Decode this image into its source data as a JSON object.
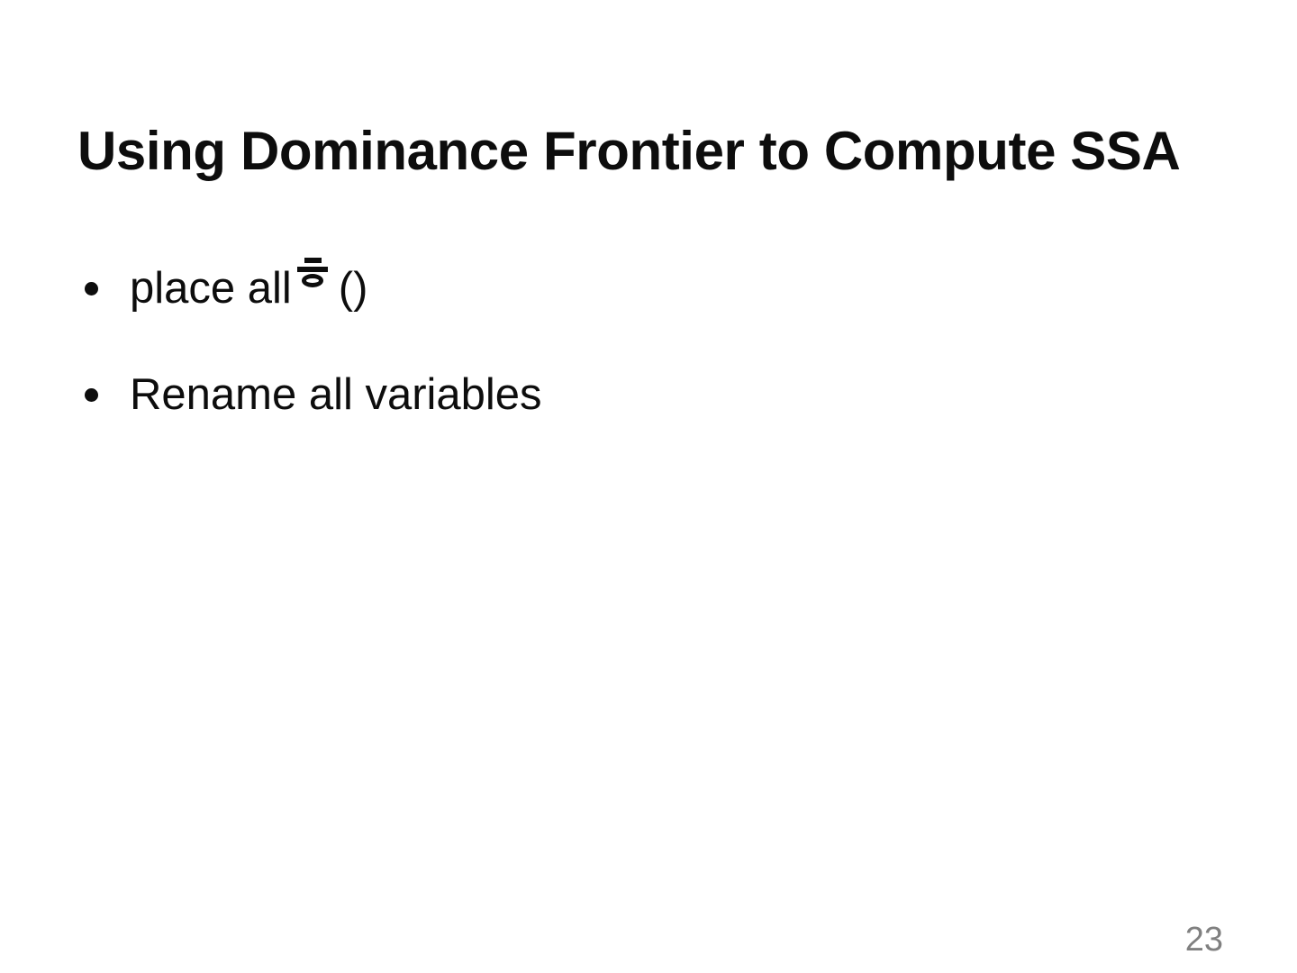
{
  "slide": {
    "title": "Using Dominance Frontier to Compute SSA",
    "background_color": "#ffffff",
    "text_color": "#0d0d0d",
    "page_number": "23",
    "page_number_color": "#808080",
    "bullets": [
      {
        "marker": "bullet-dot",
        "text_before": "place all",
        "glyph": "phi-fallback-glyph",
        "text_after": "()",
        "full_text": "place all ᅙ ()"
      },
      {
        "marker": "bullet-dot",
        "text_before": "Rename all variables",
        "glyph": null,
        "text_after": "",
        "full_text": "Rename all variables"
      }
    ]
  }
}
